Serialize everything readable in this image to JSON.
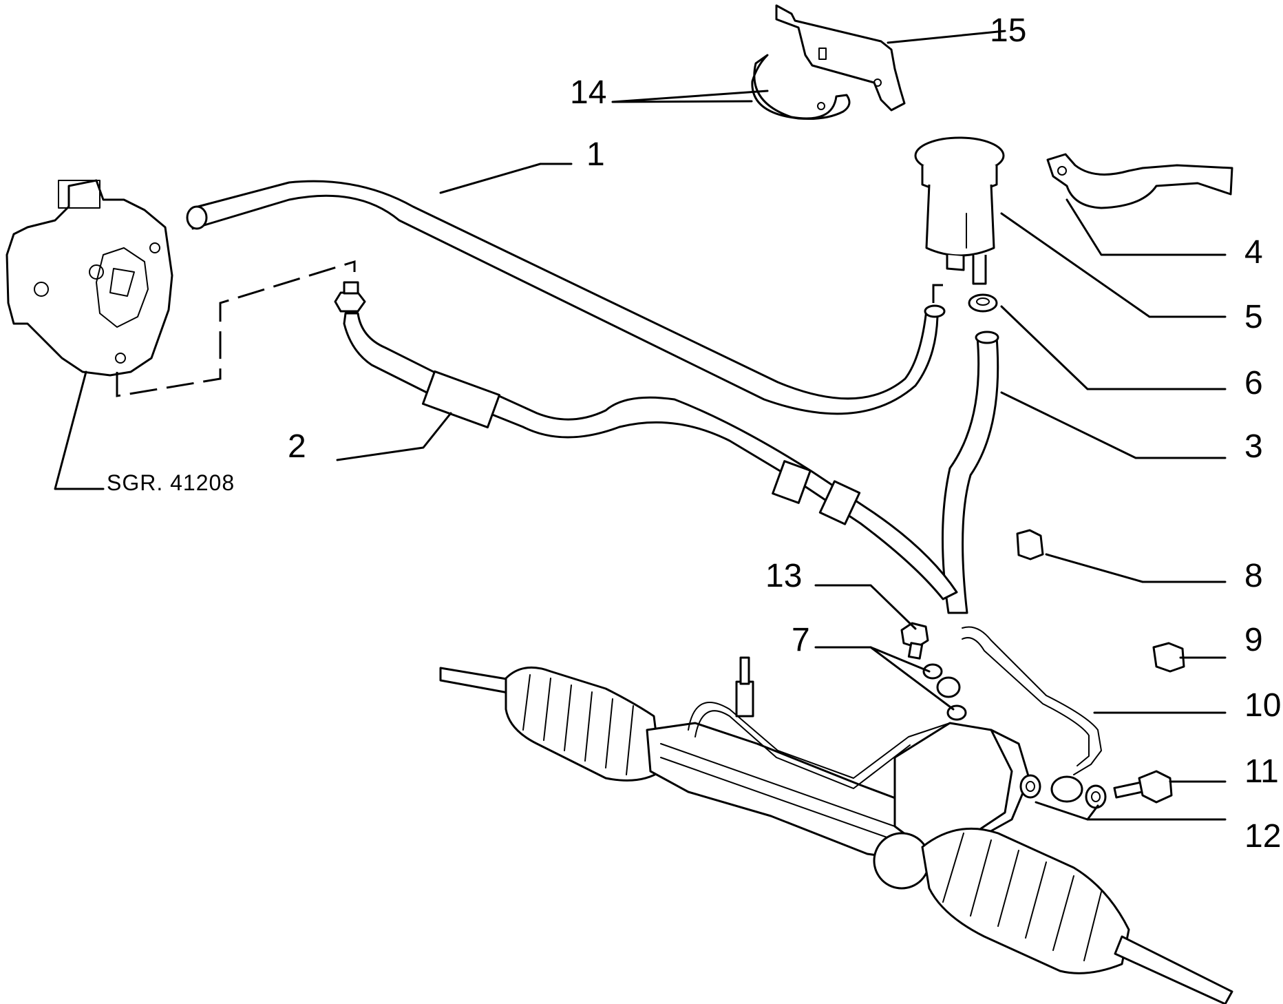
{
  "callouts": {
    "c1": "1",
    "c2": "2",
    "c3": "3",
    "c4": "4",
    "c5": "5",
    "c6": "6",
    "c7": "7",
    "c8": "8",
    "c9": "9",
    "c10": "10",
    "c11": "11",
    "c12": "12",
    "c13": "13",
    "c14": "14",
    "c15": "15"
  },
  "pump_reference": "SGR. 41208"
}
